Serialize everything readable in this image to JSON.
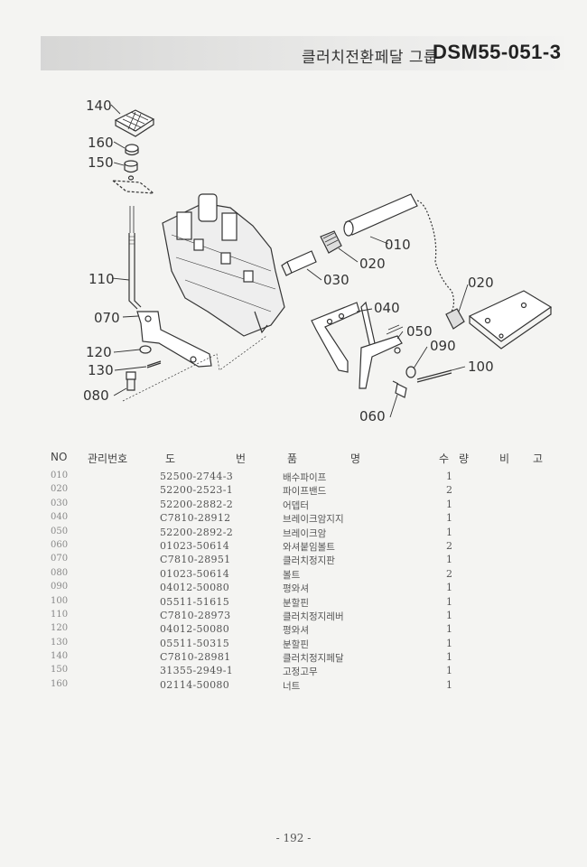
{
  "header": {
    "title_ko": "클러치전환페달 그룹",
    "title_code": "DSM55-051-3"
  },
  "diagram": {
    "callouts": [
      "140",
      "160",
      "150",
      "110",
      "070",
      "120",
      "130",
      "080",
      "010",
      "020",
      "030",
      "040",
      "050",
      "090",
      "020",
      "100",
      "060"
    ]
  },
  "table": {
    "headers": {
      "no": "NO",
      "mgmt": "관리번호",
      "drawing_1": "도",
      "drawing_2": "번",
      "name_1": "품",
      "name_2": "명",
      "qty_1": "수",
      "qty_2": "량",
      "remarks_1": "비",
      "remarks_2": "고"
    },
    "rows": [
      {
        "no": "010",
        "part": "52500-2744-3",
        "name": "배수파이프",
        "qty": "1"
      },
      {
        "no": "020",
        "part": "52200-2523-1",
        "name": "파이프밴드",
        "qty": "2"
      },
      {
        "no": "030",
        "part": "52200-2882-2",
        "name": "어뎁터",
        "qty": "1"
      },
      {
        "no": "040",
        "part": "C7810-28912",
        "name": "브레이크암지지",
        "qty": "1"
      },
      {
        "no": "050",
        "part": "52200-2892-2",
        "name": "브레이크암",
        "qty": "1"
      },
      {
        "no": "060",
        "part": "01023-50614",
        "name": "와셔붙임볼트",
        "qty": "2"
      },
      {
        "no": "070",
        "part": "C7810-28951",
        "name": "클러치정지판",
        "qty": "1"
      },
      {
        "no": "080",
        "part": "01023-50614",
        "name": "볼트",
        "qty": "2"
      },
      {
        "no": "090",
        "part": "04012-50080",
        "name": "평와셔",
        "qty": "1"
      },
      {
        "no": "100",
        "part": "05511-51615",
        "name": "분할핀",
        "qty": "1"
      },
      {
        "no": "110",
        "part": "C7810-28973",
        "name": "클러치정지레버",
        "qty": "1"
      },
      {
        "no": "120",
        "part": "04012-50080",
        "name": "평와셔",
        "qty": "1"
      },
      {
        "no": "130",
        "part": "05511-50315",
        "name": "분할핀",
        "qty": "1"
      },
      {
        "no": "140",
        "part": "C7810-28981",
        "name": "클러치정지페달",
        "qty": "1"
      },
      {
        "no": "150",
        "part": "31355-2949-1",
        "name": "고정고무",
        "qty": "1"
      },
      {
        "no": "160",
        "part": "02114-50080",
        "name": "너트",
        "qty": "1"
      }
    ]
  },
  "footer": {
    "page": "- 192 -"
  }
}
